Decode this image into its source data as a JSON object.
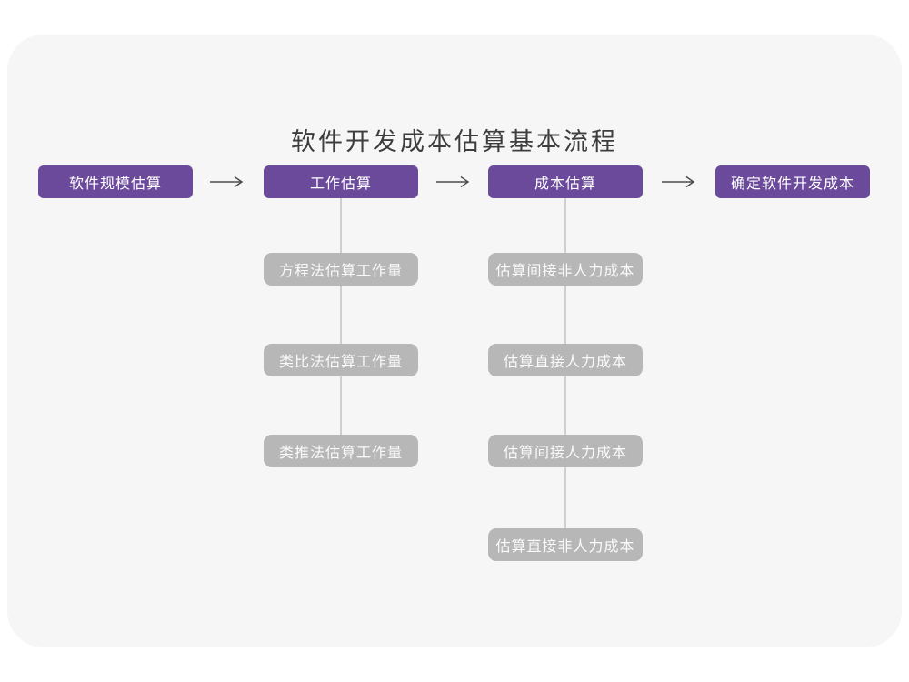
{
  "page": {
    "title": "软件开发成本估算基本流程"
  },
  "flow": {
    "nodes": [
      {
        "label": "软件规模估算"
      },
      {
        "label": "工作估算"
      },
      {
        "label": "成本估算"
      },
      {
        "label": "确定软件开发成本"
      }
    ]
  },
  "work_estimation_methods": {
    "items": [
      {
        "label": "方程法估算工作量"
      },
      {
        "label": "类比法估算工作量"
      },
      {
        "label": "类推法估算工作量"
      }
    ]
  },
  "cost_estimation_steps": {
    "items": [
      {
        "label": "估算间接非人力成本"
      },
      {
        "label": "估算直接人力成本"
      },
      {
        "label": "估算间接人力成本"
      },
      {
        "label": "估算直接非人力成本"
      }
    ]
  },
  "icons": {
    "arrow": "right-arrow-icon"
  },
  "colors": {
    "primary_node": "#6B4A9B",
    "secondary_node": "#B7B7B7",
    "card_background": "#F6F6F6",
    "connector_line": "#CFCFCF",
    "arrow_stroke": "#4A4A4A",
    "title_text": "#3D3D3D"
  }
}
